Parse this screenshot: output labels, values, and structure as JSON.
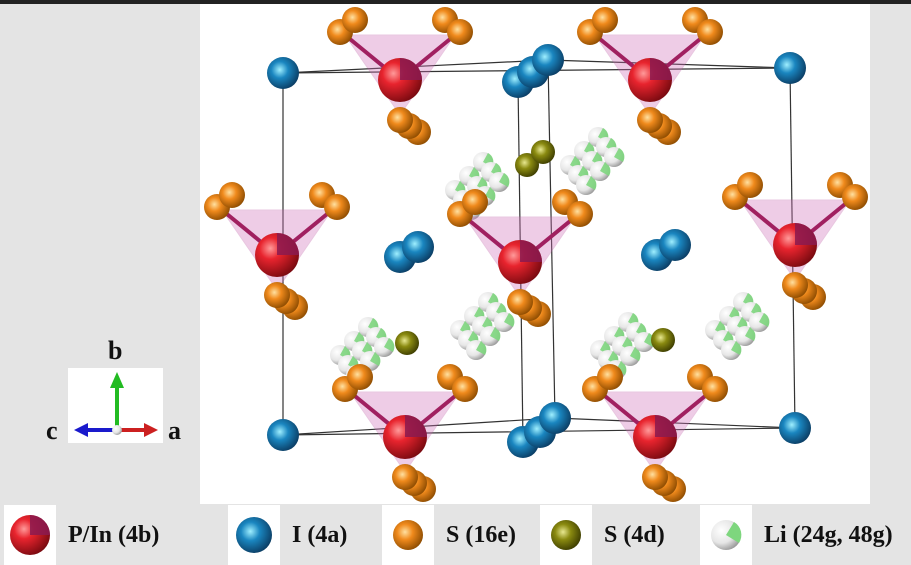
{
  "axes": {
    "a": "a",
    "b": "b",
    "c": "c"
  },
  "legend": [
    {
      "label": "P/In (4b)",
      "icon": "p-in-atom-icon",
      "color": "#e8242e"
    },
    {
      "label": "I (4a)",
      "icon": "iodine-atom-icon",
      "color": "#1a86c0"
    },
    {
      "label": "S (16e)",
      "icon": "sulfur-16e-atom-icon",
      "color": "#f08a1c"
    },
    {
      "label": "S (4d)",
      "icon": "sulfur-4d-atom-icon",
      "color": "#8a8a10"
    },
    {
      "label": "Li (24g, 48g)",
      "icon": "lithium-atom-icon",
      "color": "#7ed67e"
    }
  ]
}
